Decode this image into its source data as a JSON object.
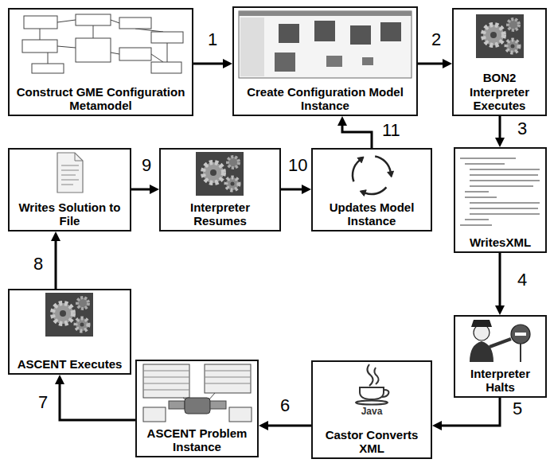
{
  "diagram": {
    "nodes": [
      {
        "text": [
          "Construct GME Configuration Metamodel"
        ]
      },
      {
        "text": [
          "Create Configuration Model Instance"
        ]
      },
      {
        "text": [
          "BON2 Interpreter Executes"
        ]
      },
      {
        "text": [
          "Writes Solution to File"
        ]
      },
      {
        "text": [
          "Interpreter Resumes"
        ]
      },
      {
        "text": [
          "Updates Model Instance"
        ]
      },
      {
        "text": [
          "WritesXML"
        ]
      },
      {
        "text": [
          "Interpreter Halts"
        ]
      },
      {
        "text": [
          "ASCENT Executes"
        ]
      },
      {
        "text": [
          "ASCENT Problem Instance"
        ]
      },
      {
        "text": [
          "Castor Converts XML"
        ]
      }
    ],
    "edges": [
      {
        "from": 0,
        "to": 1,
        "label": "1",
        "arrow": "to"
      },
      {
        "from": 1,
        "to": 2,
        "label": "2",
        "arrow": "to"
      },
      {
        "from": 2,
        "to": 6,
        "label": "3",
        "arrow": "to"
      },
      {
        "from": 6,
        "to": 7,
        "label": "4",
        "arrow": "to"
      },
      {
        "from": 7,
        "to": 10,
        "label": "5",
        "arrow": "to"
      },
      {
        "from": 10,
        "to": 9,
        "label": "6",
        "arrow": "to"
      },
      {
        "from": 9,
        "to": 8,
        "label": "7",
        "arrow": "to"
      },
      {
        "from": 8,
        "to": 3,
        "label": "8",
        "arrow": "to"
      },
      {
        "from": 3,
        "to": 4,
        "label": "9",
        "arrow": "to"
      },
      {
        "from": 4,
        "to": 5,
        "label": "10",
        "arrow": "to"
      },
      {
        "from": 5,
        "to": 1,
        "label": "11",
        "arrow": "to"
      }
    ],
    "labels": [
      "Java"
    ]
  }
}
